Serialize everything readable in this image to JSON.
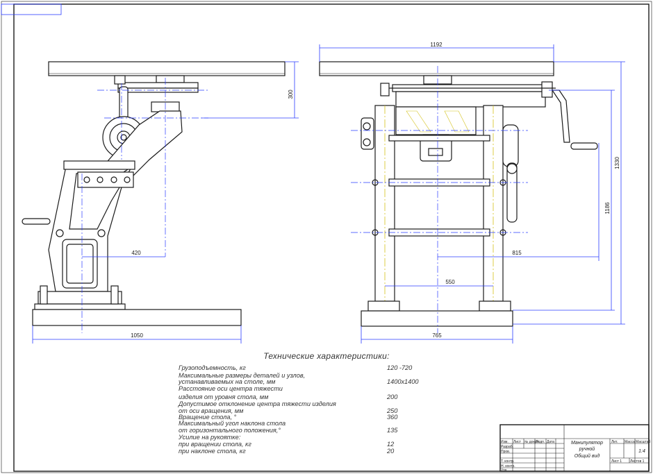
{
  "sheet": {
    "dimensions": {
      "table_height": "300",
      "overhang": "420",
      "base_length": "1050",
      "table_width": "1192",
      "total_height": "1330",
      "column_height": "1186",
      "reach": "815",
      "column_span": "550",
      "base_width": "765"
    },
    "specs": {
      "title": "Технические характеристики:",
      "rows": [
        {
          "label": "Грузоподъемность, кг",
          "value": "120 -720"
        },
        {
          "label": "Максимальные размеры деталей и узлов,",
          "value": ""
        },
        {
          "label": "устанавливаемых на столе, мм",
          "value": "1400x1400"
        },
        {
          "label": "Расстояние оси центра тяжести",
          "value": ""
        },
        {
          "label": "изделия от уровня стола, мм",
          "value": "200"
        },
        {
          "label": "Допустимое отклонение центра тяжести изделия",
          "value": ""
        },
        {
          "label": "от оси вращения, мм",
          "value": "250"
        },
        {
          "label": "Вращение стола, °",
          "value": "360"
        },
        {
          "label": "Максимальный угол наклона стола",
          "value": ""
        },
        {
          "label": "от горизонтального положения,°",
          "value": "135"
        },
        {
          "label": "Усилие на рукоятке:",
          "value": ""
        },
        {
          "label": "при вращении стола, кг",
          "value": "12"
        },
        {
          "label": "при наклоне стола, кг",
          "value": "20"
        }
      ]
    },
    "title_block": {
      "name_line1": "Манипулятор",
      "name_line2": "ручной",
      "name_line3": "Общий вид",
      "scale": "1:4",
      "col_lit": "Лит.",
      "col_mass": "Масса",
      "col_scale": "Масштаб",
      "sheet_label": "Лист 1",
      "sheets_label": "Листов 1",
      "r1": "Изм.",
      "r2": "Лист",
      "r3": "№ докум.",
      "r4": "Подп.",
      "r5": "Дата",
      "role1": "Разраб.",
      "role2": "Пров.",
      "role3": "Т. контр.",
      "role4": "Н. контр.",
      "role5": "Утв."
    }
  }
}
